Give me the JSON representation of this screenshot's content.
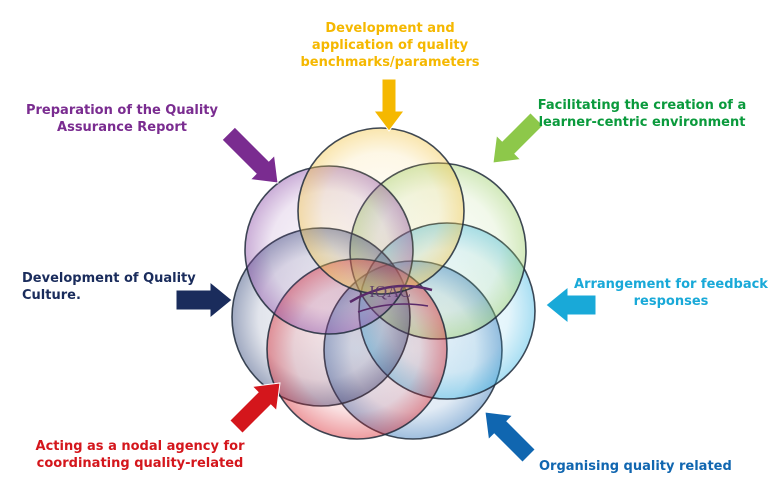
{
  "center_label": "IQAC",
  "functions": [
    {
      "id": "benchmarks",
      "text": "Development and\napplication of quality\nbenchmarks/parameters",
      "color": "#f5b800",
      "circle_color": "#f3c64a"
    },
    {
      "id": "learner",
      "text": "Facilitating the creation of a\nlearner-centric environment",
      "color": "#0a9a3c",
      "circle_color": "#9dcf6a"
    },
    {
      "id": "feedback",
      "text": "Arrangement for feedback\nresponses",
      "color": "#19a9d8",
      "circle_color": "#3fb7e4"
    },
    {
      "id": "organising",
      "text": "Organising quality related",
      "color": "#1066b0",
      "circle_color": "#2a6fb5"
    },
    {
      "id": "nodal",
      "text": "Acting as a nodal agency for\ncoordinating quality-related",
      "color": "#d4161c",
      "circle_color": "#d9232c"
    },
    {
      "id": "culture",
      "text": "Development of Quality\nCulture.",
      "color": "#1a2c5c",
      "circle_color": "#2a3f74"
    },
    {
      "id": "report",
      "text": "Preparation of the Quality\nAssurance Report",
      "color": "#7a2c90",
      "circle_color": "#8a4aa6"
    }
  ]
}
